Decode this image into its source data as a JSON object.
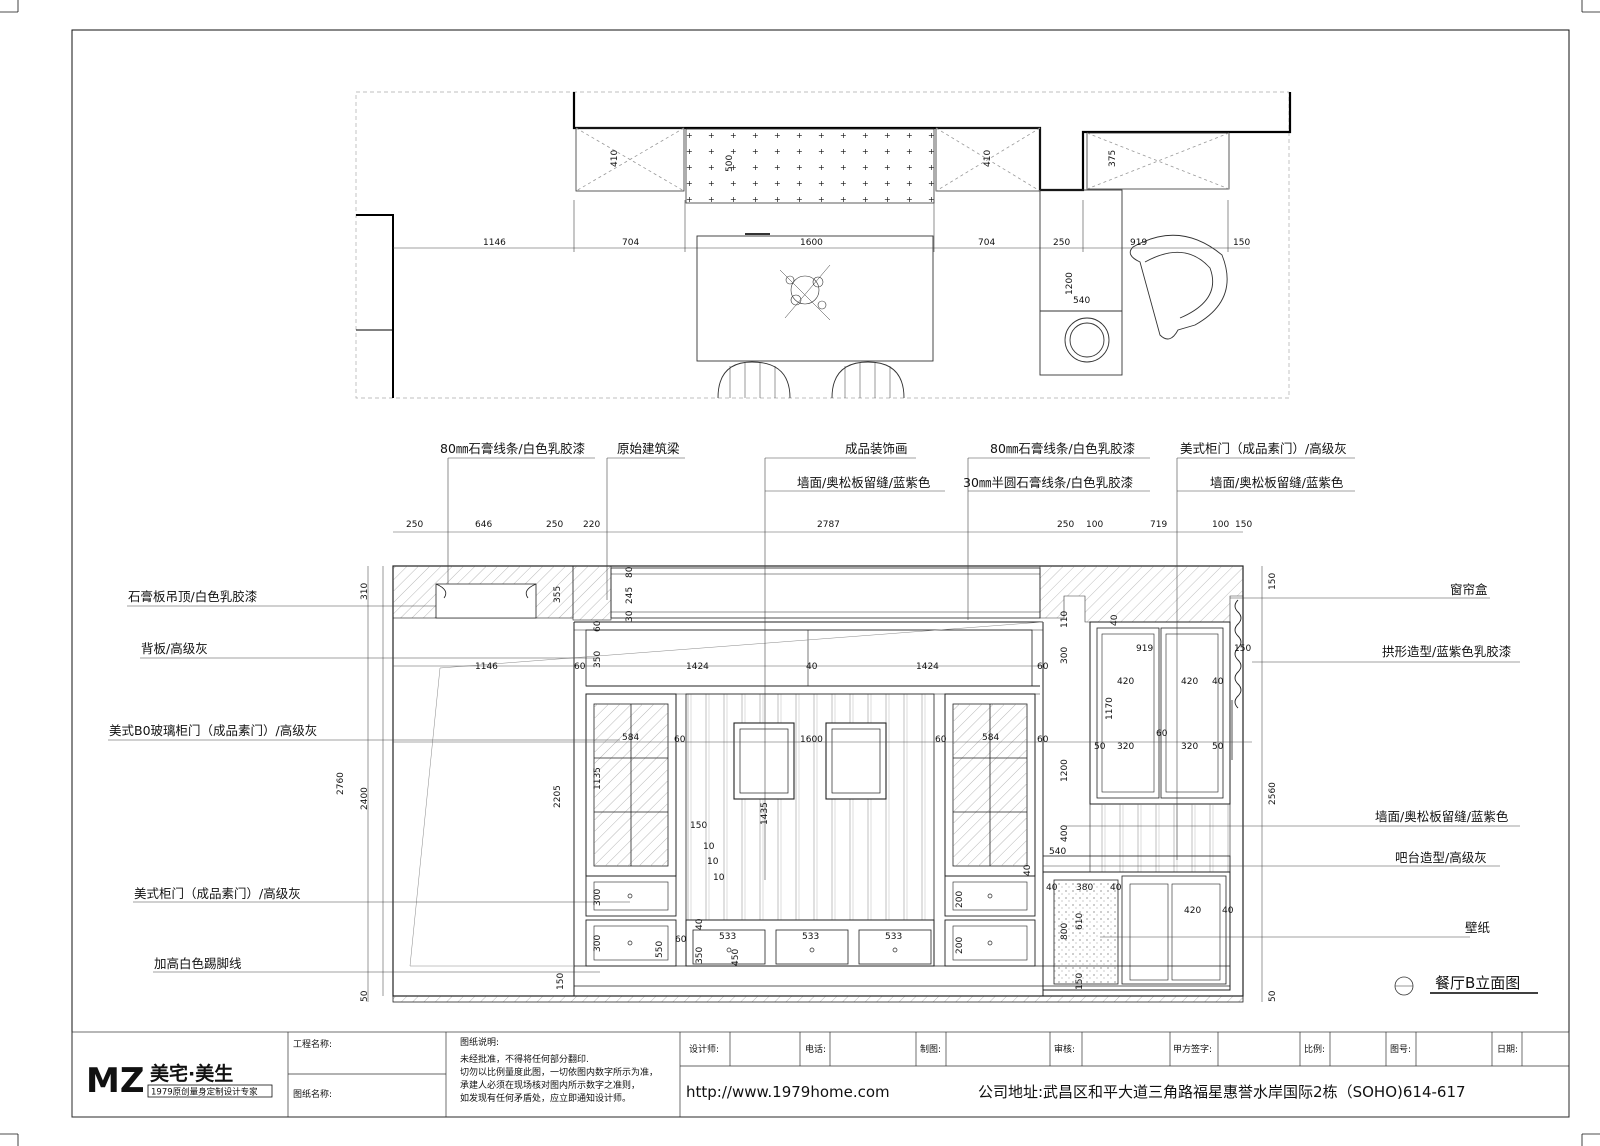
{
  "plan_dims": {
    "d1146": "1146",
    "d704a": "704",
    "d1600": "1600",
    "d704b": "704",
    "d250": "250",
    "d919": "919",
    "d150": "150",
    "d410a": "410",
    "d500": "500",
    "d410b": "410",
    "d375": "375",
    "d1200": "1200",
    "d540": "540"
  },
  "callouts_top": {
    "plaster80_left": "80㎜石膏线条/白色乳胶漆",
    "original_beam": "原始建筑梁",
    "decor_painting": "成品装饰画",
    "plaster80_right": "80㎜石膏线条/白色乳胶漆",
    "cabinet_top_right": "美式柜门（成品素门）/高级灰",
    "wall_osb_mid": "墙面/奥松板留缝/蓝紫色",
    "plaster30": "30㎜半圆石膏线条/白色乳胶漆",
    "wall_osb_right": "墙面/奥松板留缝/蓝紫色"
  },
  "callouts_left": {
    "ceiling": "石膏板吊顶/白色乳胶漆",
    "backboard": "背板/高级灰",
    "glass_door": "美式B0玻璃柜门（成品素门）/高级灰",
    "cabinet_door": "美式柜门（成品素门）/高级灰",
    "skirting": "加高白色踢脚线"
  },
  "callouts_right": {
    "curtain_box": "窗帘盒",
    "arch": "拱形造型/蓝紫色乳胶漆",
    "wall_osb": "墙面/奥松板留缝/蓝紫色",
    "bar": "吧台造型/高级灰",
    "wallpaper": "壁纸"
  },
  "elev_dims": {
    "t250a": "250",
    "t646": "646",
    "t250b": "250",
    "t220": "220",
    "t2787": "2787",
    "t250c": "250",
    "t100a": "100",
    "t719": "719",
    "t100b": "100",
    "t150": "150",
    "h310": "310",
    "h2760": "2760",
    "h2400": "2400",
    "h50a": "50",
    "h355": "355",
    "h80": "80",
    "h245": "245",
    "h30": "30",
    "h60a": "60",
    "h350a": "350",
    "h2205": "2205",
    "h1135": "1135",
    "h300a": "300",
    "h300b": "300",
    "h550": "550",
    "h150a": "150",
    "h1435": "1435",
    "h350b": "350",
    "h450": "450",
    "w1146": "1146",
    "w60a": "60",
    "w1424a": "1424",
    "w40": "40",
    "w1424b": "1424",
    "w60b": "60",
    "w584a": "584",
    "w60c": "60",
    "w1600": "1600",
    "w60d": "60",
    "w584b": "584",
    "w60e": "60",
    "w150": "150",
    "n10a": "10",
    "n10b": "10",
    "n10c": "10",
    "w533a": "533",
    "w533b": "533",
    "w533c": "533",
    "h40a": "40",
    "h60b": "60",
    "h200a": "200",
    "h200b": "200",
    "h110": "110",
    "h300c": "300",
    "h1200": "1200",
    "h400": "400",
    "h540": "540",
    "h40b": "40",
    "h150b": "150",
    "h800": "800",
    "h610": "610",
    "w380": "380",
    "w40b": "40",
    "w40c": "40",
    "w420a": "420",
    "w420b": "420",
    "w40d": "40",
    "h1170": "1170",
    "w50a": "50",
    "w320a": "320",
    "h60c": "60",
    "w320b": "320",
    "w50b": "50",
    "w919": "919",
    "w150b": "150",
    "h40c": "40",
    "w420c": "420",
    "w40e": "40",
    "h150r": "150",
    "h2560": "2560",
    "h50r": "50"
  },
  "view_title": "餐厅B立面图",
  "title_block": {
    "logo_main": "美宅·美生",
    "logo_sub": "1979原创量身定制设计专家",
    "project_name": "工程名称:",
    "drawing_name": "图纸名称:",
    "notes_title": "图纸说明:",
    "notes_lines": [
      "未经批准，不得将任何部分翻印.",
      "切勿以比例量度此图，一切依图内数字所示为准，",
      "承建人必须在现场核对图内所示数字之准则，",
      "如发现有任何矛盾处，应立即通知设计师。"
    ],
    "designer": "设计师:",
    "phone": "电话:",
    "drafter": "制图:",
    "reviewer": "审核:",
    "client_sign": "甲方签字:",
    "scale": "比例:",
    "drawing_no": "图号:",
    "date": "日期:",
    "url": "http://www.1979home.com",
    "address": "公司地址:武昌区和平大道三角路福星惠誉水岸国际2栋（SOHO)614-617"
  }
}
